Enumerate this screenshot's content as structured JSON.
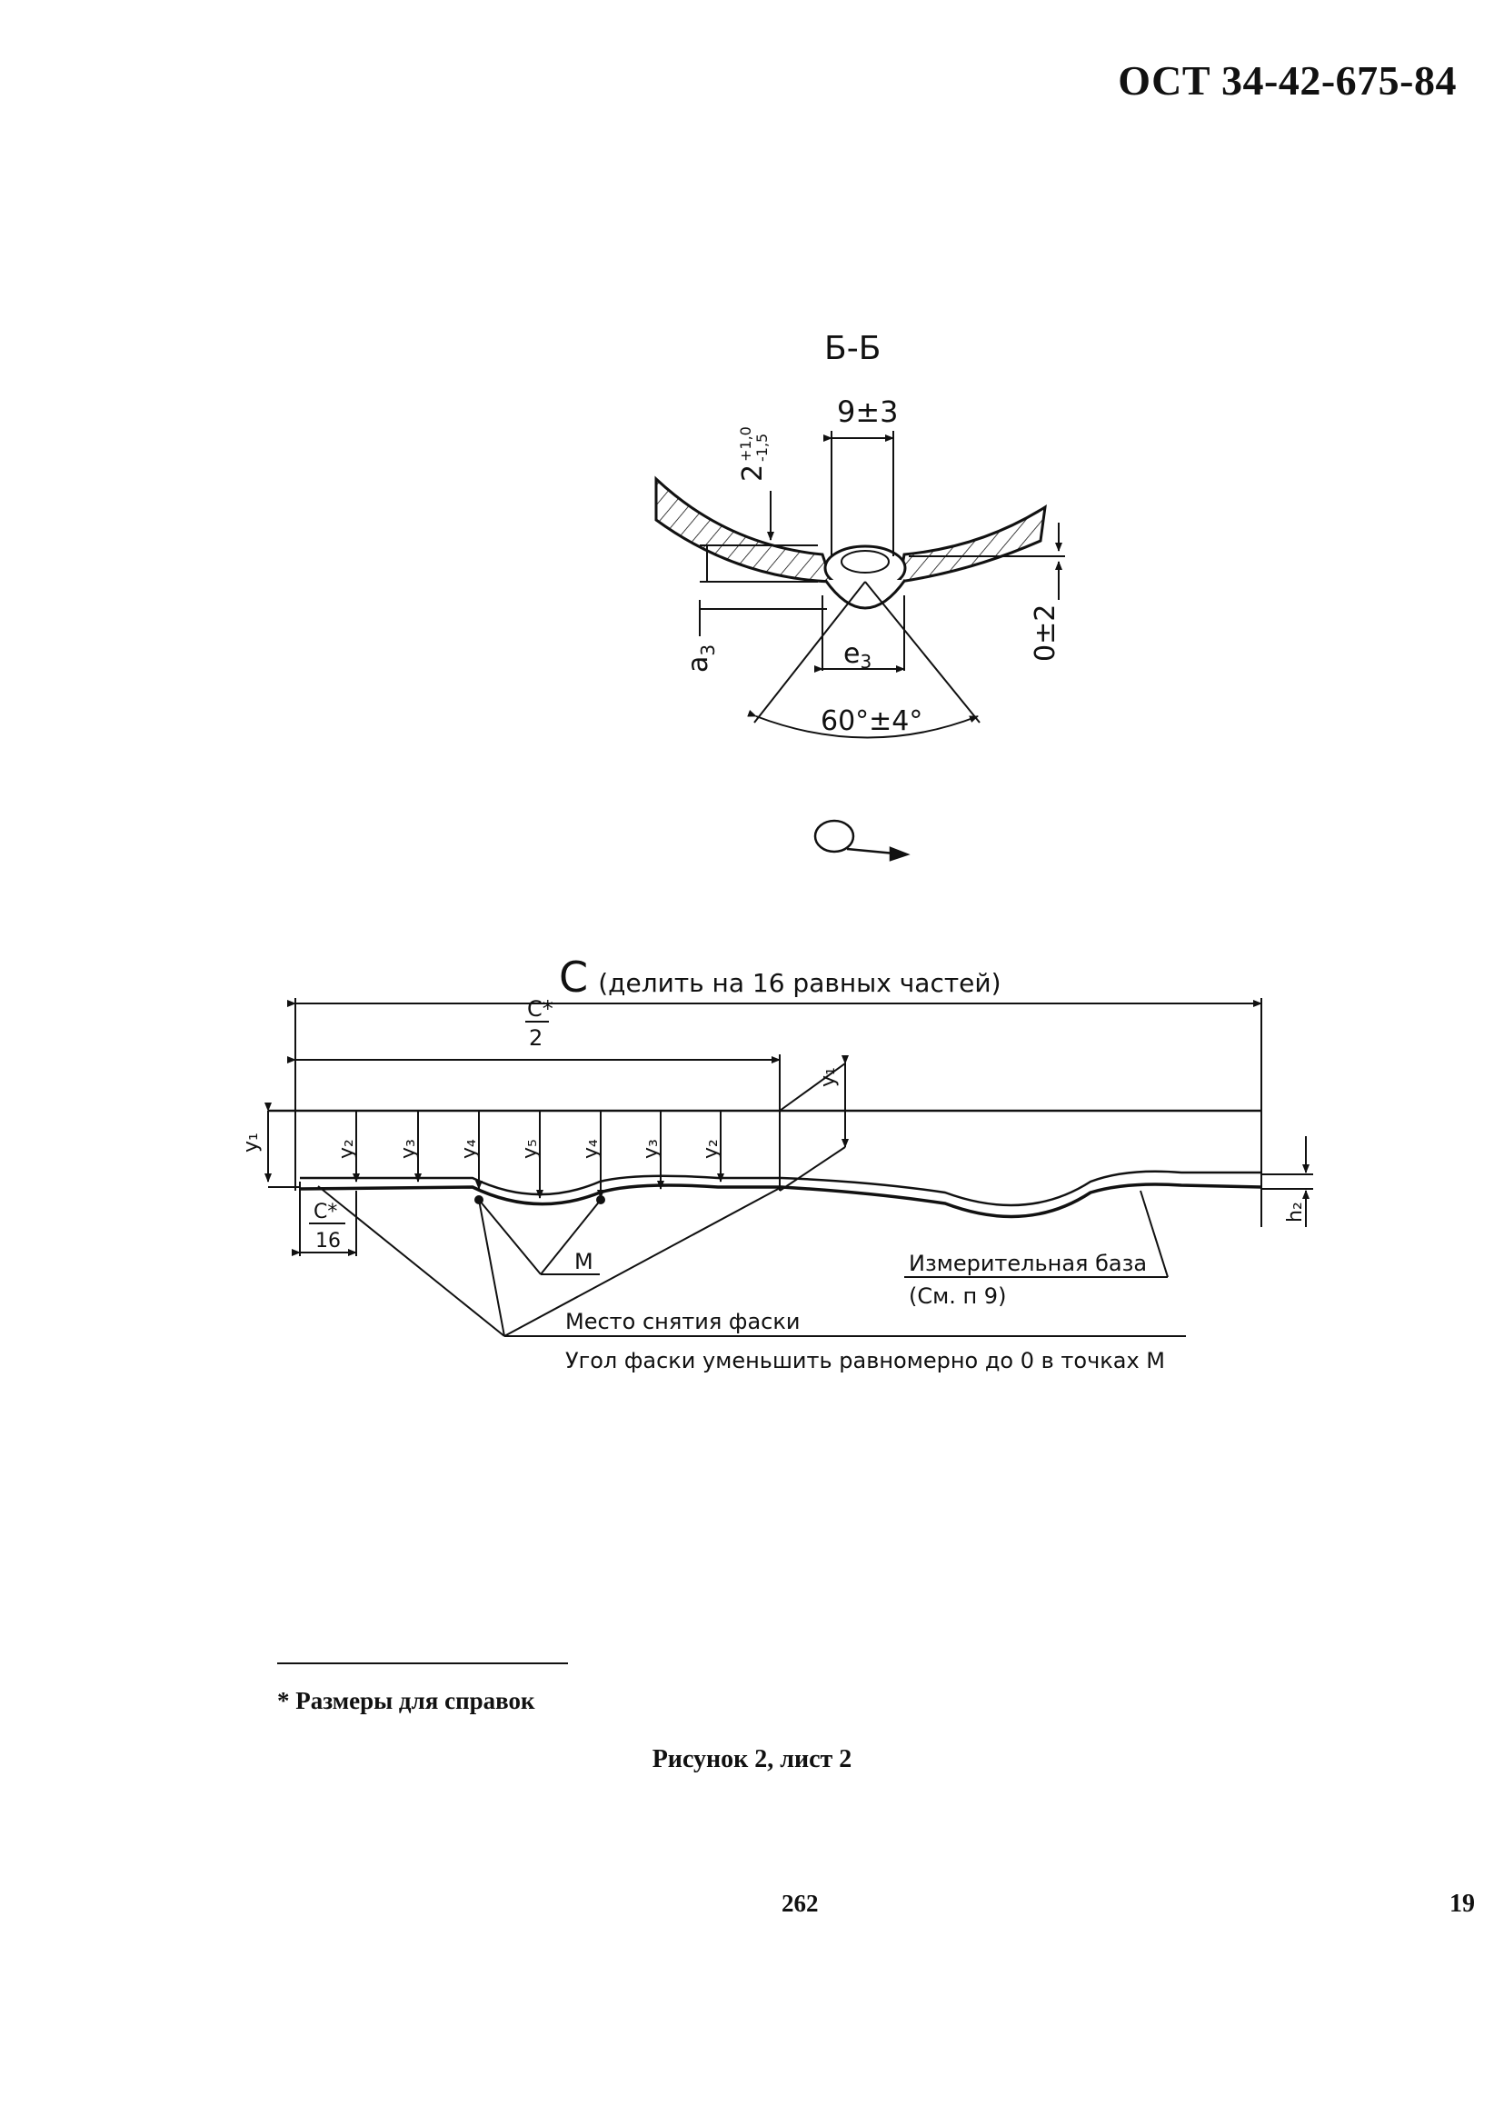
{
  "header": {
    "standard_number": "ОСТ 34-42-675-84"
  },
  "section_view": {
    "title": "Б-Б",
    "dim_width": "9±3",
    "dim_depth": "2",
    "dim_depth_tol_upper": "+1,0",
    "dim_depth_tol_lower": "-1,5",
    "dim_a3": "a",
    "dim_a3_sub": "3",
    "dim_e3": "e",
    "dim_e3_sub": "3",
    "dim_offset": "0±2",
    "dim_angle": "60°±4°"
  },
  "rotation_symbol": {
    "icon": "rotation-arrow-icon"
  },
  "development_view": {
    "dim_total_letter": "C",
    "dim_total_note": "(делить на 16 равных частей)",
    "dim_half_num": "C*",
    "dim_half_den": "2",
    "dim_sixteenth_num": "C*",
    "dim_sixteenth_den": "16",
    "y_labels": [
      "y₁",
      "y₂",
      "y₃",
      "y₄",
      "y₅",
      "y₄",
      "y₃",
      "y₂"
    ],
    "y_right": "y₁",
    "dim_h2": "h₂",
    "point_m": "M",
    "measuring_base": "Измерительная база",
    "measuring_base_ref": "(См. п 9)",
    "chamfer_place": "Место снятия фаски",
    "chamfer_note": "Угол фаски уменьшить равномерно до 0 в точках M"
  },
  "footnote": "* Размеры для справок",
  "caption": "Рисунок 2, лист 2",
  "page_center": "262",
  "page_right": "19"
}
